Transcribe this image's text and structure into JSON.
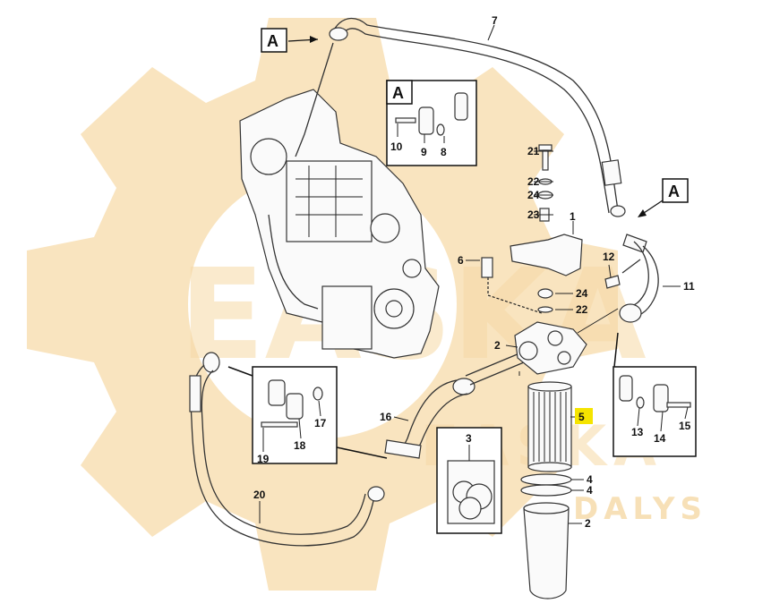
{
  "diagram": {
    "callouts": [
      "1",
      "2",
      "2",
      "3",
      "4",
      "4",
      "5",
      "6",
      "7",
      "8",
      "9",
      "10",
      "11",
      "12",
      "13",
      "14",
      "15",
      "16",
      "17",
      "18",
      "19",
      "20",
      "21",
      "22",
      "22",
      "23",
      "24",
      "24"
    ],
    "view_markers": [
      "A",
      "A",
      "A"
    ],
    "highlighted_callout": "5",
    "highlight_color": "#f5e400"
  },
  "watermark": {
    "brand": "EASKA",
    "sub": "DALYS",
    "color": "#f6d9a6"
  }
}
